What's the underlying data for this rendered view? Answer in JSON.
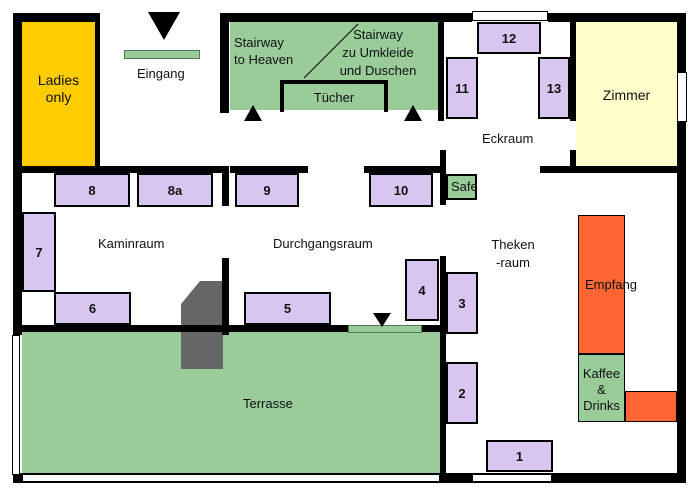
{
  "rooms": {
    "ladies": "Ladies\nonly",
    "eingang": "Eingang",
    "stair_heaven": "Stairway\nto Heaven",
    "stair_umkleide": "Stairway\nzu Umkleide\nund Duschen",
    "tuecher": "Tücher",
    "eckraum": "Eckraum",
    "zimmer": "Zimmer",
    "kaminraum": "Kaminraum",
    "durchgangsraum": "Durchgangsraum",
    "thekenraum": "Theken\n-raum",
    "empfang": "Empfang",
    "kaffee": "Kaffee\n&\nDrinks",
    "terrasse": "Terrasse",
    "safe": "Safe"
  },
  "lockers": {
    "l1": "1",
    "l2": "2",
    "l3": "3",
    "l4": "4",
    "l5": "5",
    "l6": "6",
    "l7": "7",
    "l8": "8",
    "l8a": "8a",
    "l9": "9",
    "l10": "10",
    "l11": "11",
    "l12": "12",
    "l13": "13"
  },
  "colors": {
    "ladies": "#ffcc00",
    "stairs": "#99cc99",
    "zimmer": "#ffffcc",
    "empfang": "#ff6633",
    "locker": "#d9c6f0",
    "fireplace": "#666666"
  }
}
